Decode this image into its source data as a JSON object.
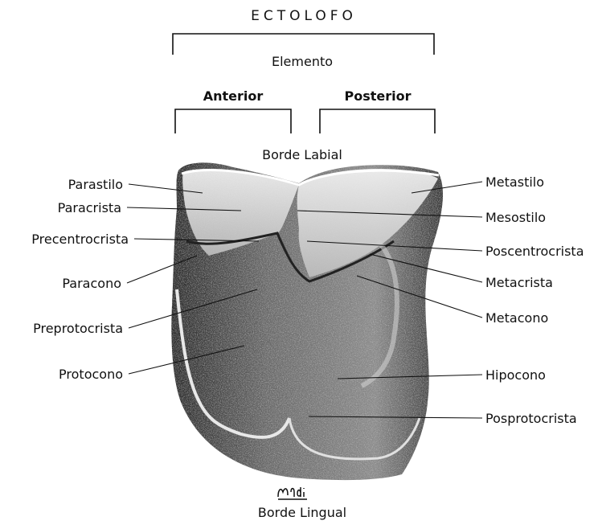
{
  "title": "ECTOLOFO",
  "element_label": "Elemento",
  "anterior_label": "Anterior",
  "posterior_label": "Posterior",
  "labial_label": "Borde Labial",
  "lingual_label": "Borde Lingual",
  "signature": "Nidi",
  "left_labels": [
    "Parastilo",
    "Paracrista",
    "Precentrocrista",
    "Paracono",
    "Preprotocrista",
    "Protocono"
  ],
  "right_labels": [
    "Metastilo",
    "Mesostilo",
    "Poscentrocrista",
    "Metacrista",
    "Metacono",
    "Hipocono",
    "Posprotocrista"
  ],
  "colors": {
    "ink": "#111111",
    "tooth_shadow": "#3a3a3a",
    "tooth_light": "#d9d9d9"
  }
}
